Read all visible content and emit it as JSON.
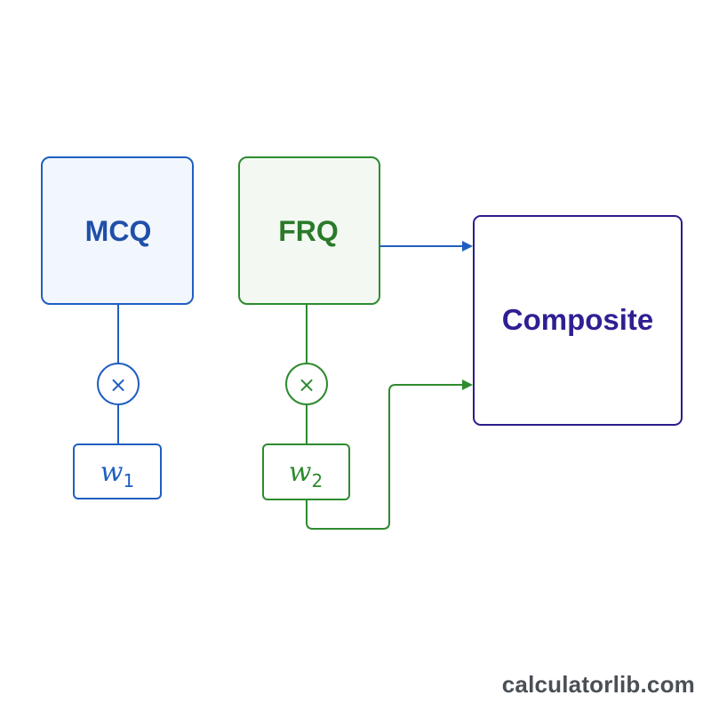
{
  "colors": {
    "mcq": "#1f5fbf",
    "mcq_fill": "#f2f6fd",
    "frq": "#2e8b2e",
    "frq_fill": "#f3f9f2",
    "composite": "#2a1d8c",
    "composite_fill": "#ffffff",
    "watermark": "#4a4f57"
  },
  "nodes": {
    "mcq": {
      "label": "MCQ"
    },
    "frq": {
      "label": "FRQ"
    },
    "composite": {
      "label": "Composite"
    },
    "mcq_op": {
      "symbol": "×"
    },
    "frq_op": {
      "symbol": "×"
    },
    "w1": {
      "base": "w",
      "sub": "1"
    },
    "w2": {
      "base": "w",
      "sub": "2"
    }
  },
  "watermark": "calculatorlib.com"
}
